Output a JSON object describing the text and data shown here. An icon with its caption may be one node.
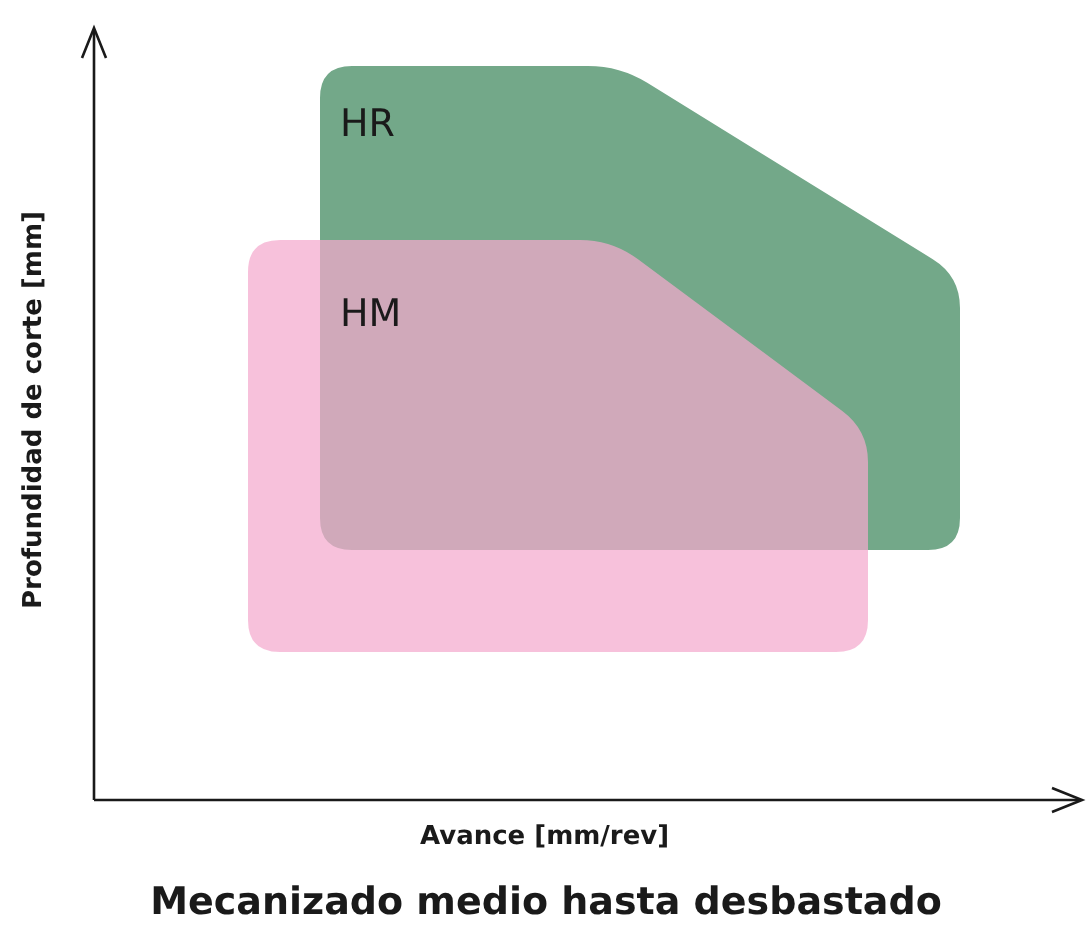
{
  "diagram": {
    "caption": "Mecanizado medio hasta desbastado",
    "nodes": [
      {
        "text": [
          "HR"
        ]
      },
      {
        "text": [
          "HM"
        ]
      }
    ],
    "labels": [
      "Profundidad de corte [mm]",
      "Avance [mm/rev]"
    ]
  }
}
